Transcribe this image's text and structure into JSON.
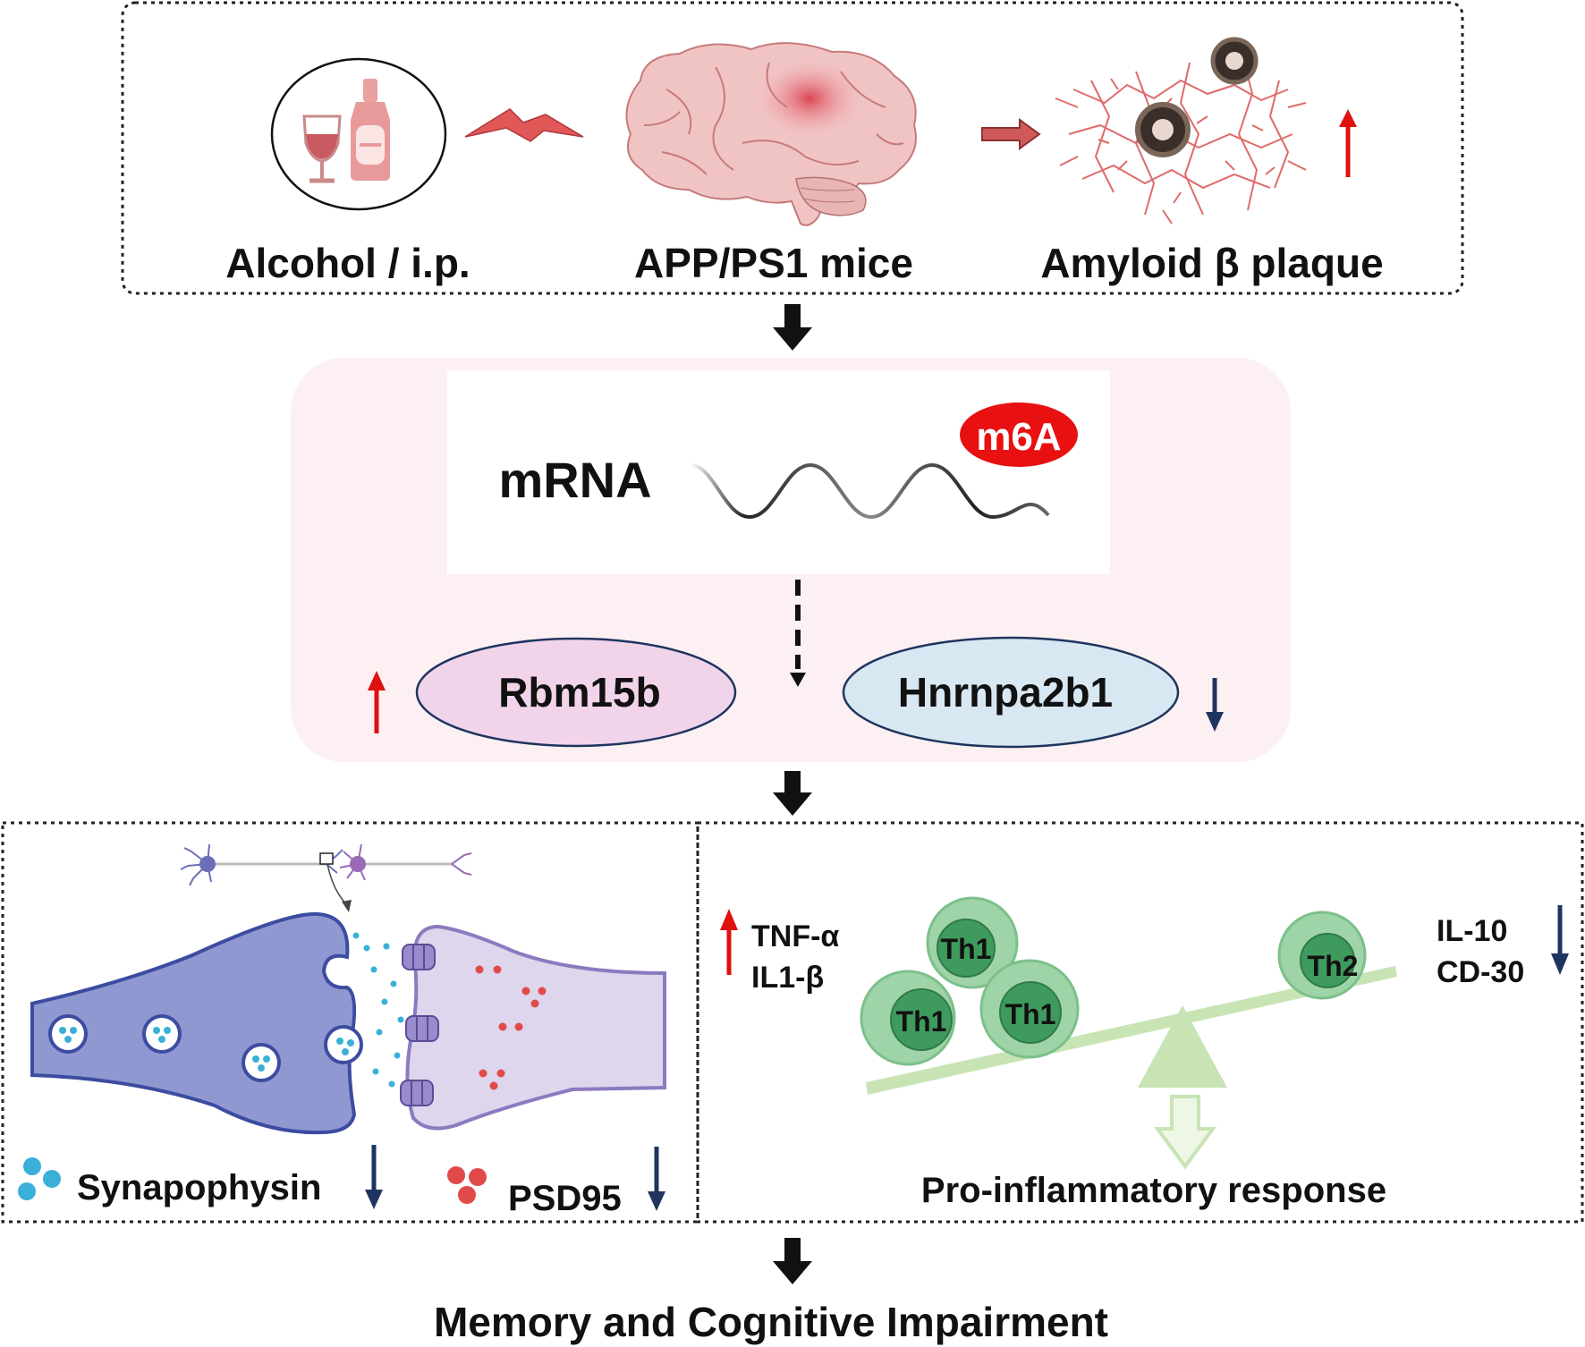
{
  "top_panel": {
    "alcohol_label": "Alcohol / i.p.",
    "mice_label": "APP/PS1 mice",
    "plaque_label": "Amyloid β plaque"
  },
  "middle_panel": {
    "mrna_label": "mRNA",
    "m6a_label": "m6A",
    "rbm15b_label": "Rbm15b",
    "hnrnpa2b1_label": "Hnrnpa2b1"
  },
  "bottom_left": {
    "synapophysin_label": "Synapophysin",
    "psd95_label": "PSD95"
  },
  "bottom_right": {
    "tnf_label": "TNF-α",
    "il1_label": "IL1-β",
    "il10_label": "IL-10",
    "cd30_label": "CD-30",
    "th1_label": "Th1",
    "th2_label": "Th2",
    "response_label": "Pro-inflammatory response"
  },
  "outcome_label": "Memory and Cognitive Impairment",
  "colors": {
    "up_arrow": "#e01010",
    "down_arrow": "#1f3560",
    "flow_arrow": "#111111",
    "m6a": "#e81010",
    "rbm15b_fill": "#f2d4ea",
    "hnrnpa2b1_fill": "#d8e8f2",
    "pink_panel": "#fdf0f2",
    "presynaptic": "#8f98d0",
    "postsynaptic": "#ddd6ec",
    "vesicle": "#3ab0d8",
    "psd95_dot": "#e04a4a",
    "th_cell": "#9fd3a8",
    "th_nucleus": "#3f9a5e",
    "seesaw": "#c8e4b4"
  }
}
